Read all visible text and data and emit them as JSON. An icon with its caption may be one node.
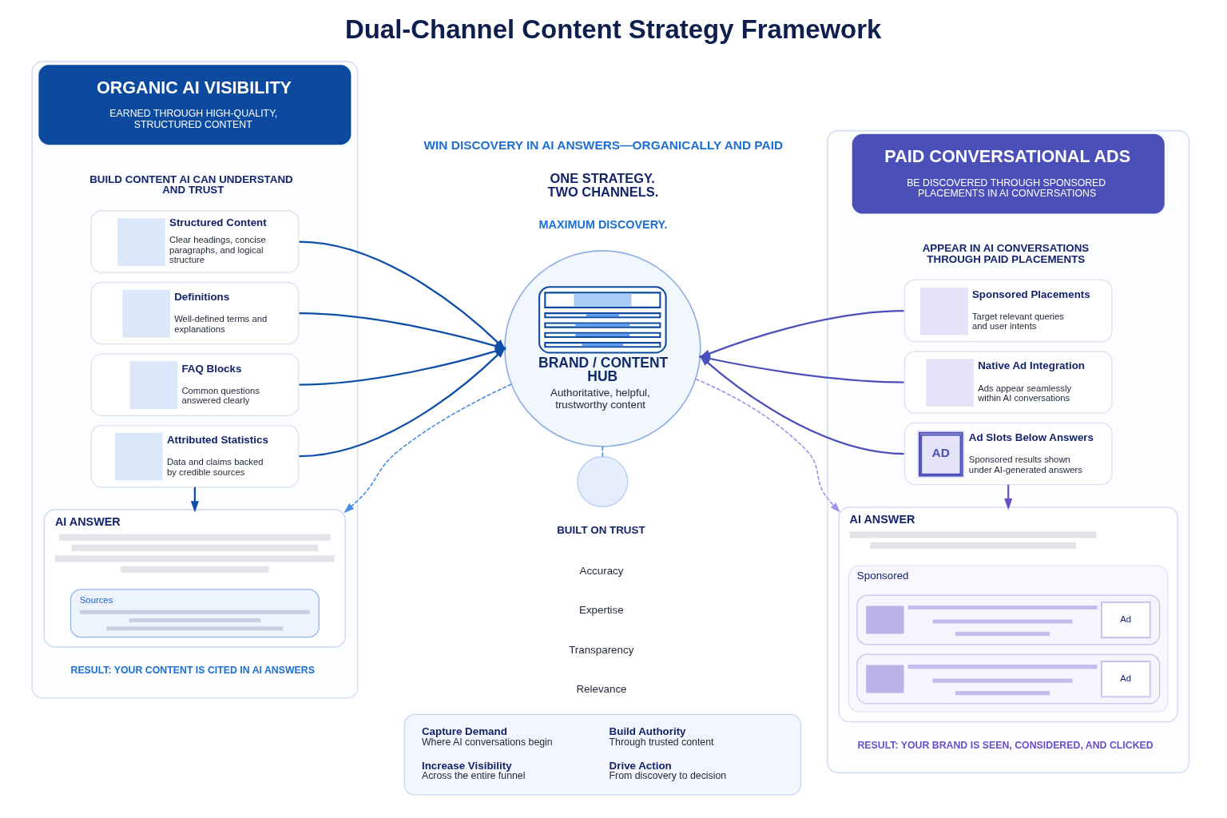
{
  "diagram": {
    "title": "Dual-Channel Content Strategy Framework",
    "nodes": [
      {
        "text": [
          "ORGANIC AI VISIBILITY",
          "EARNED THROUGH HIGH-QUALITY, STRUCTURED CONTENT"
        ]
      },
      {
        "text": [
          "Structured Content",
          "Clear headings, concise paragraphs, and logical structure"
        ],
        "in": 0
      },
      {
        "text": [
          "Definitions",
          "Well-defined terms and explanations"
        ],
        "in": 0
      },
      {
        "text": [
          "FAQ Blocks",
          "Common questions answered clearly"
        ],
        "in": 0
      },
      {
        "text": [
          "Attributed Statistics",
          "Data and claims backed by credible sources"
        ],
        "in": 0
      },
      {
        "text": [
          "AI ANSWER"
        ],
        "in": 0
      },
      {
        "text": [
          "Sources"
        ],
        "in": 5
      },
      {
        "text": [
          "BRAND / CONTENT HUB",
          "Authoritative, helpful, trustworthy content"
        ]
      },
      {
        "text": [],
        "shape": "circle"
      },
      {
        "text": [
          "PAID CONVERSATIONAL ADS",
          "BE DISCOVERED THROUGH SPONSORED PLACEMENTS IN AI CONVERSATIONS"
        ]
      },
      {
        "text": [
          "Sponsored Placements",
          "Target relevant queries and user intents"
        ],
        "in": 9
      },
      {
        "text": [
          "Native Ad Integration",
          "Ads appear seamlessly within AI conversations"
        ],
        "in": 9
      },
      {
        "text": [
          "AD",
          "Ad Slots Below Answers",
          "Sponsored results shown under AI-generated answers"
        ],
        "in": 9
      },
      {
        "text": [
          "AI ANSWER"
        ],
        "in": 9
      },
      {
        "text": [
          "Sponsored"
        ],
        "in": 13
      },
      {
        "text": [
          "Ad"
        ],
        "in": 14
      },
      {
        "text": [
          "Ad"
        ],
        "in": 14
      },
      {
        "text": [
          "Capture Demand",
          "Where AI conversations begin",
          "Build Authority",
          "Through trusted content",
          "Increase Visibility",
          "Across the entire funnel",
          "Drive Action",
          "From discovery to decision"
        ]
      }
    ],
    "edges": [
      {
        "from": 1,
        "to": 7,
        "arrow": "to"
      },
      {
        "from": 2,
        "to": 7,
        "arrow": "to"
      },
      {
        "from": 3,
        "to": 7,
        "arrow": "to"
      },
      {
        "from": 4,
        "to": 7,
        "arrow": "to"
      },
      {
        "from": 10,
        "to": 7,
        "arrow": "to",
        "color": "#4b4fb8"
      },
      {
        "from": 11,
        "to": 7,
        "arrow": "to",
        "color": "#4b4fb8"
      },
      {
        "from": 12,
        "to": 7,
        "arrow": "to",
        "color": "#4b4fb8"
      },
      {
        "from": 4,
        "to": 5,
        "arrow": "to"
      },
      {
        "from": 12,
        "to": 13,
        "arrow": "to",
        "color": "#6a4fc8"
      },
      {
        "from": 7,
        "to": 5,
        "arrow": "to",
        "style": "dashed",
        "color": "#4a8fe0"
      },
      {
        "from": 7,
        "to": 8,
        "arrow": "none",
        "style": "dashed",
        "color": "#4a8fe0"
      },
      {
        "from": 7,
        "to": 13,
        "arrow": "to",
        "style": "dashed",
        "color": "#a493e8"
      }
    ],
    "labels": [
      "WIN DISCOVERY IN AI ANSWERS—ORGANICALLY AND PAID",
      "BUILD CONTENT AI CAN UNDERSTAND AND TRUST",
      "RESULT: YOUR CONTENT IS CITED IN AI ANSWERS",
      "ONE STRATEGY. TWO CHANNELS.",
      "MAXIMUM DISCOVERY.",
      "BUILT ON TRUST",
      "Accuracy",
      "Expertise",
      "Transparency",
      "Relevance",
      "APPEAR IN AI CONVERSATIONS THROUGH PAID PLACEMENTS",
      "RESULT: YOUR BRAND IS SEEN, CONSIDERED, AND CLICKED"
    ]
  }
}
